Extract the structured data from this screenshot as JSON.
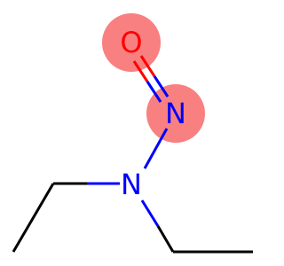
{
  "molecule": {
    "atoms": [
      {
        "id": "O",
        "label": "O",
        "element": "oxygen",
        "highlighted": true
      },
      {
        "id": "N1",
        "label": "N",
        "element": "nitrogen",
        "highlighted": true
      },
      {
        "id": "N2",
        "label": "N",
        "element": "nitrogen",
        "highlighted": false
      }
    ],
    "bonds": [
      {
        "from": "O",
        "to": "N1",
        "order": 2
      },
      {
        "from": "N1",
        "to": "N2",
        "order": 1
      }
    ]
  },
  "colors": {
    "oxygen": "#ff0000",
    "nitrogen": "#0000ff",
    "carbon_bond": "#000000",
    "highlight": "#f88080"
  }
}
